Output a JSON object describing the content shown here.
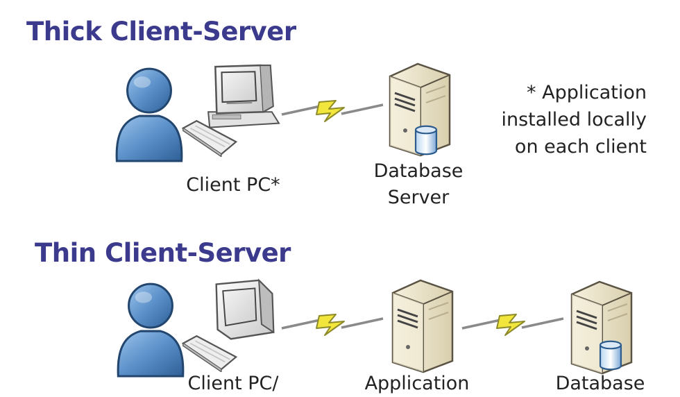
{
  "thick": {
    "title": "Thick Client-Server",
    "client_label": "Client PC*",
    "db_label_line1": "Database",
    "db_label_line2": "Server",
    "note_line1": "* Application",
    "note_line2": "installed locally",
    "note_line3": "on each client"
  },
  "thin": {
    "title": "Thin Client-Server",
    "client_label": "Client PC/",
    "app_label": "Application",
    "db_label": "Database"
  },
  "icons": [
    "user-icon",
    "computer-icon",
    "keyboard-icon",
    "lightning-link-icon",
    "server-icon",
    "database-cylinder-icon"
  ],
  "colors": {
    "heading": "#3c3a8c",
    "user_blue": "#5b90c9",
    "lightning_yellow": "#f2e63c",
    "server_beige": "#e9e1c8"
  }
}
